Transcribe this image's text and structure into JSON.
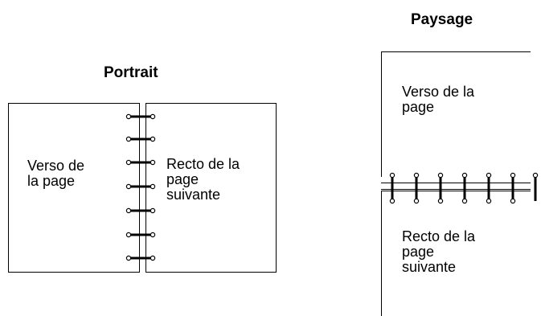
{
  "portrait": {
    "title": "Portrait",
    "left_page_text_line1": "Verso de",
    "left_page_text_line2": "la page",
    "right_page_text_line1": "Recto de la",
    "right_page_text_line2": "page",
    "right_page_text_line3": "suivante"
  },
  "landscape": {
    "title": "Paysage",
    "top_page_text_line1": "Verso de la",
    "top_page_text_line2": "page",
    "bottom_page_text_line1": "Recto de la",
    "bottom_page_text_line2": "page",
    "bottom_page_text_line3": "suivante"
  },
  "colors": {
    "stroke": "#000000",
    "background": "#ffffff"
  }
}
